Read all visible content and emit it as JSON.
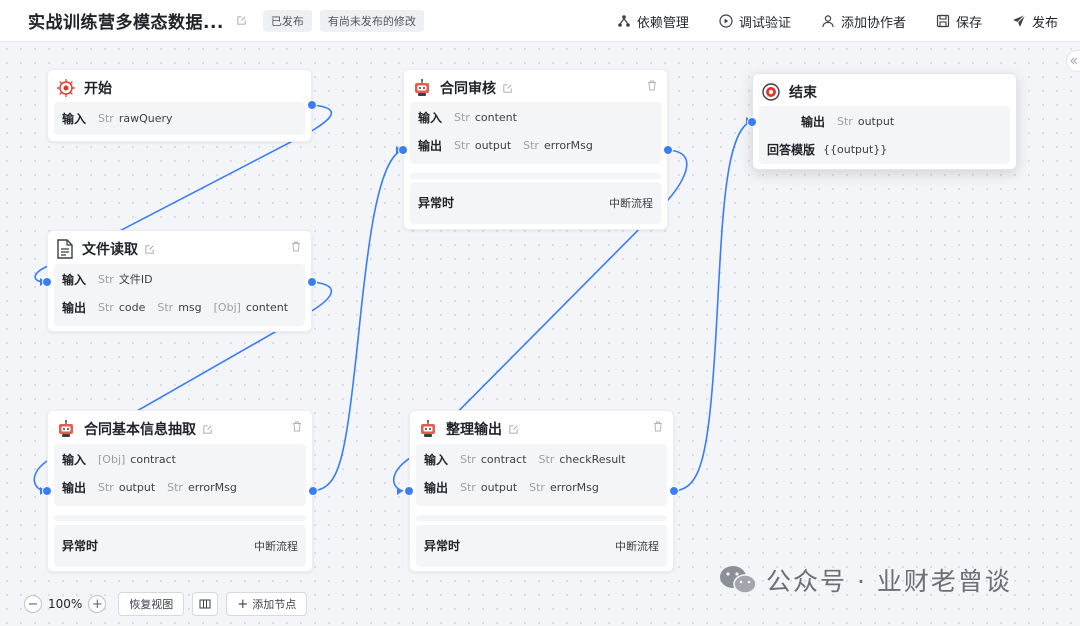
{
  "header": {
    "title": "实战训练营多模态数据...",
    "badges": [
      "已发布",
      "有尚未发布的修改"
    ],
    "actions": {
      "deps": "依赖管理",
      "debug": "调试验证",
      "collab": "添加协作者",
      "save": "保存",
      "publish": "发布"
    }
  },
  "nodes": {
    "start": {
      "title": "开始",
      "input_label": "输入",
      "inputs": [
        {
          "type": "Str",
          "name": "rawQuery"
        }
      ]
    },
    "file_read": {
      "title": "文件读取",
      "input_label": "输入",
      "inputs": [
        {
          "type": "Str",
          "name": "文件ID"
        }
      ],
      "output_label": "输出",
      "outputs": [
        {
          "type": "Str",
          "name": "code"
        },
        {
          "type": "Str",
          "name": "msg"
        },
        {
          "type": "[Obj]",
          "name": "content"
        }
      ]
    },
    "extract": {
      "title": "合同基本信息抽取",
      "input_label": "输入",
      "inputs": [
        {
          "type": "[Obj]",
          "name": "contract"
        }
      ],
      "output_label": "输出",
      "outputs": [
        {
          "type": "Str",
          "name": "output"
        },
        {
          "type": "Str",
          "name": "errorMsg"
        }
      ],
      "exception_label": "异常时",
      "exception_value": "中断流程"
    },
    "review": {
      "title": "合同审核",
      "input_label": "输入",
      "inputs": [
        {
          "type": "Str",
          "name": "content"
        }
      ],
      "output_label": "输出",
      "outputs": [
        {
          "type": "Str",
          "name": "output"
        },
        {
          "type": "Str",
          "name": "errorMsg"
        }
      ],
      "exception_label": "异常时",
      "exception_value": "中断流程"
    },
    "organize": {
      "title": "整理输出",
      "input_label": "输入",
      "inputs": [
        {
          "type": "Str",
          "name": "contract"
        },
        {
          "type": "Str",
          "name": "checkResult"
        }
      ],
      "output_label": "输出",
      "outputs": [
        {
          "type": "Str",
          "name": "output"
        },
        {
          "type": "Str",
          "name": "errorMsg"
        }
      ],
      "exception_label": "异常时",
      "exception_value": "中断流程"
    },
    "end": {
      "title": "结束",
      "output_label": "输出",
      "outputs": [
        {
          "type": "Str",
          "name": "output"
        }
      ],
      "template_label": "回答模版",
      "template_value": "{{output}}"
    }
  },
  "toolbar": {
    "zoom_out": "−",
    "zoom": "100%",
    "zoom_in": "+",
    "reset_view": "恢复视图",
    "add_node": "添加节点"
  },
  "watermark": "公众号 · 业财老曾谈",
  "colors": {
    "accent": "#3b7df6",
    "end_icon": "#e5352b"
  }
}
